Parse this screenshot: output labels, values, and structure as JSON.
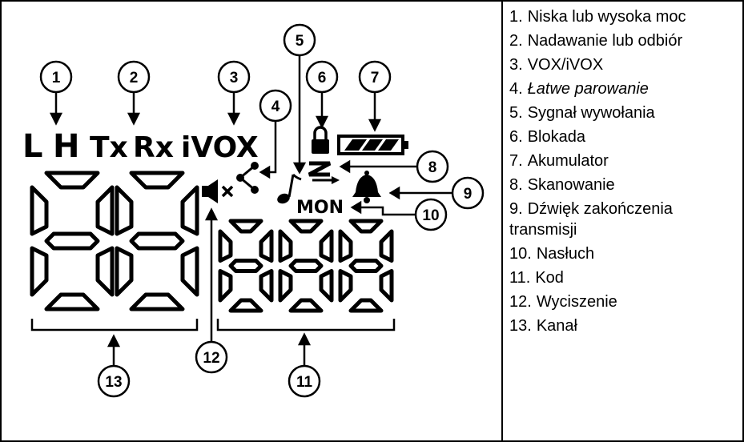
{
  "lcd": {
    "low_power": "L",
    "high_power": "H",
    "transmit": "Tx",
    "receive": "Rx",
    "vox": "iVOX",
    "monitor": "MON"
  },
  "callouts": [
    "1",
    "2",
    "3",
    "4",
    "5",
    "6",
    "7",
    "8",
    "9",
    "10",
    "11",
    "12",
    "13"
  ],
  "legend": [
    {
      "num": "1.",
      "label": "Niska lub wysoka moc"
    },
    {
      "num": "2.",
      "label": "Nadawanie lub odbiór"
    },
    {
      "num": "3.",
      "label": "VOX/iVOX"
    },
    {
      "num": "4.",
      "label": "Łatwe parowanie"
    },
    {
      "num": "5.",
      "label": "Sygnał wywołania"
    },
    {
      "num": "6.",
      "label": "Blokada"
    },
    {
      "num": "7.",
      "label": "Akumulator"
    },
    {
      "num": "8.",
      "label": "Skanowanie"
    },
    {
      "num": "9.",
      "label": "Dźwięk zakończenia transmisji"
    },
    {
      "num": "10.",
      "label": "Nasłuch"
    },
    {
      "num": "11.",
      "label": "Kod"
    },
    {
      "num": "12.",
      "label": "Wyciszenie"
    },
    {
      "num": "13.",
      "label": "Kanał"
    }
  ],
  "icons": [
    "mute-icon",
    "share-pairing-icon",
    "music-note-icon",
    "lock-icon",
    "battery-icon",
    "scan-icon",
    "bell-icon"
  ]
}
